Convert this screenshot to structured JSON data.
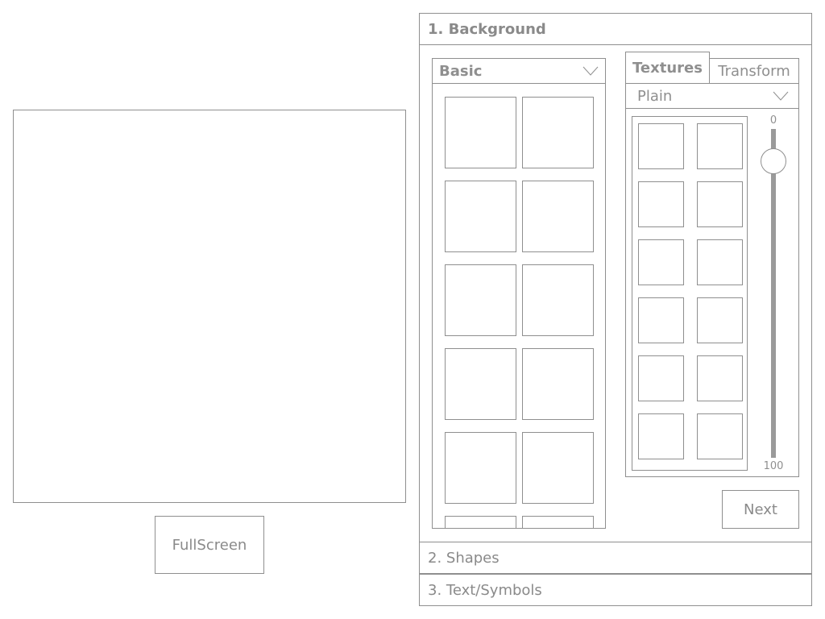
{
  "preview": {
    "fullscreen_label": "FullScreen"
  },
  "panel": {
    "sections": [
      {
        "label": "1. Background",
        "expanded": true
      },
      {
        "label": "2. Shapes",
        "expanded": false
      },
      {
        "label": "3. Text/Symbols",
        "expanded": false
      }
    ],
    "background": {
      "category_dropdown": {
        "selected": "Basic"
      },
      "swatch_rows_visible": 6,
      "tabs": [
        {
          "label": "Textures",
          "active": true
        },
        {
          "label": "Transform",
          "active": false
        }
      ],
      "texture_dropdown": {
        "selected": "Plain"
      },
      "slider": {
        "min_label": "0",
        "max_label": "100",
        "value": 10
      },
      "next_label": "Next"
    }
  },
  "colors": {
    "border": "#8f8f8f",
    "text": "#8a8a8a",
    "track": "#9a9a9a",
    "background": "#ffffff"
  }
}
